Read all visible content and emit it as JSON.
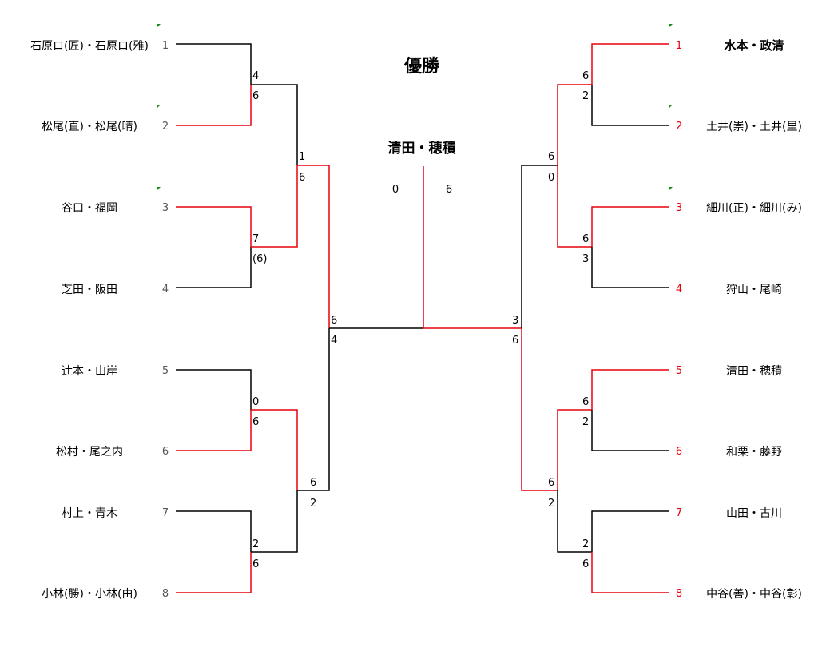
{
  "title": "優勝",
  "champion": "清田・穂積",
  "final_scores": [
    "0",
    "6"
  ],
  "colors": {
    "winner": "#e8000b",
    "loser": "#000000",
    "seed_black": "#555555",
    "marker": "#1a8a1a"
  },
  "left": {
    "teams": [
      {
        "name": "石原ロ(匠)・石原ロ(雅)",
        "seed": "1"
      },
      {
        "name": "松尾(直)・松尾(晴)",
        "seed": "2"
      },
      {
        "name": "谷口・福岡",
        "seed": "3"
      },
      {
        "name": "芝田・阪田",
        "seed": "4"
      },
      {
        "name": "辻本・山岸",
        "seed": "5"
      },
      {
        "name": "松村・尾之内",
        "seed": "6"
      },
      {
        "name": "村上・青木",
        "seed": "7"
      },
      {
        "name": "小林(勝)・小林(由)",
        "seed": "8"
      }
    ],
    "r1_scores": [
      [
        "4",
        "6"
      ],
      [
        "7",
        "(6)"
      ],
      [
        "0",
        "6"
      ],
      [
        "2",
        "6"
      ]
    ],
    "r2_scores": [
      [
        "1",
        "6"
      ],
      [
        "6",
        "2"
      ]
    ],
    "sf_scores": [
      "6",
      "4"
    ]
  },
  "right": {
    "teams": [
      {
        "name": "水本・政清",
        "seed": "1"
      },
      {
        "name": "土井(崇)・土井(里)",
        "seed": "2"
      },
      {
        "name": "細川(正)・細川(み)",
        "seed": "3"
      },
      {
        "name": "狩山・尾崎",
        "seed": "4"
      },
      {
        "name": "清田・穂積",
        "seed": "5"
      },
      {
        "name": "和栗・藤野",
        "seed": "6"
      },
      {
        "name": "山田・古川",
        "seed": "7"
      },
      {
        "name": "中谷(善)・中谷(彰)",
        "seed": "8"
      }
    ],
    "r1_scores": [
      [
        "6",
        "2"
      ],
      [
        "6",
        "3"
      ],
      [
        "6",
        "2"
      ],
      [
        "2",
        "6"
      ]
    ],
    "r2_scores": [
      [
        "6",
        "0"
      ],
      [
        "6",
        "2"
      ]
    ],
    "sf_scores": [
      "3",
      "6"
    ]
  }
}
